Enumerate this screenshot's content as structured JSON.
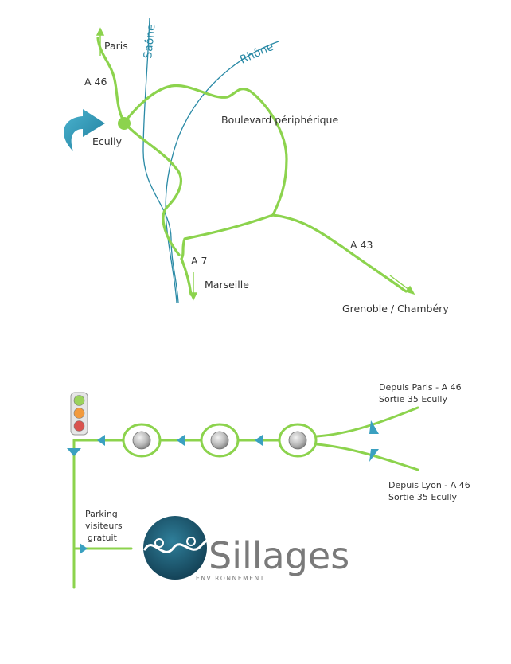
{
  "colors": {
    "road": "#8cd34d",
    "river": "#2a8aa6",
    "arrow": "#3aa0c0",
    "text": "#333333",
    "logo_circle": "#1d5b73",
    "logo_text": "#7a7a7a"
  },
  "top_map": {
    "rivers": {
      "saone": "Saône",
      "rhone": "Rhône"
    },
    "labels": {
      "paris": "Paris",
      "a46": "A 46",
      "ecully": "Ecully",
      "boulevard": "Boulevard périphérique",
      "a7": "A 7",
      "marseille": "Marseille",
      "a43": "A 43",
      "grenoble": "Grenoble / Chambéry"
    },
    "icons": {
      "destination": "curved-arrow-icon"
    }
  },
  "bottom_map": {
    "labels": {
      "from_paris_1": "Depuis Paris - A 46",
      "from_paris_2": "Sortie 35 Ecully",
      "from_lyon_1": "Depuis Lyon - A 46",
      "from_lyon_2": "Sortie 35 Ecully",
      "parking_1": "Parking",
      "parking_2": "visiteurs",
      "parking_3": "gratuit"
    },
    "icons": {
      "signal": "traffic-light-icon",
      "roundabout": "roundabout-icon"
    },
    "logo": {
      "name": "Sillages",
      "tagline": "ENVIRONNEMENT"
    }
  }
}
